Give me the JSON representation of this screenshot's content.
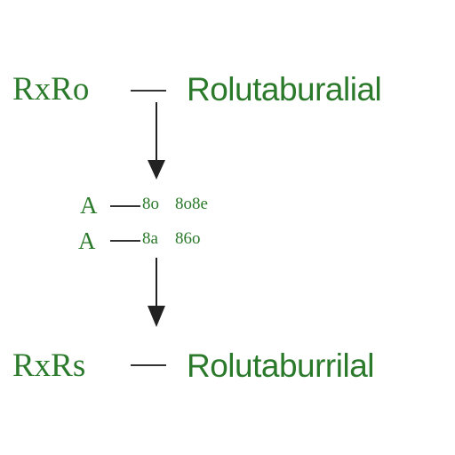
{
  "colors": {
    "green": "#2b7a2b",
    "arrow": "#222222"
  },
  "top": {
    "left_label": "RxRo",
    "right_label": "Rolutaburalial"
  },
  "middle": {
    "row1_left": "A",
    "row1_mid": "8o",
    "row1_right": "8o8e",
    "row2_left": "A",
    "row2_mid": "8a",
    "row2_right": "86o"
  },
  "bottom": {
    "left_label": "RxRs",
    "right_label": "Rolutaburrilal"
  }
}
